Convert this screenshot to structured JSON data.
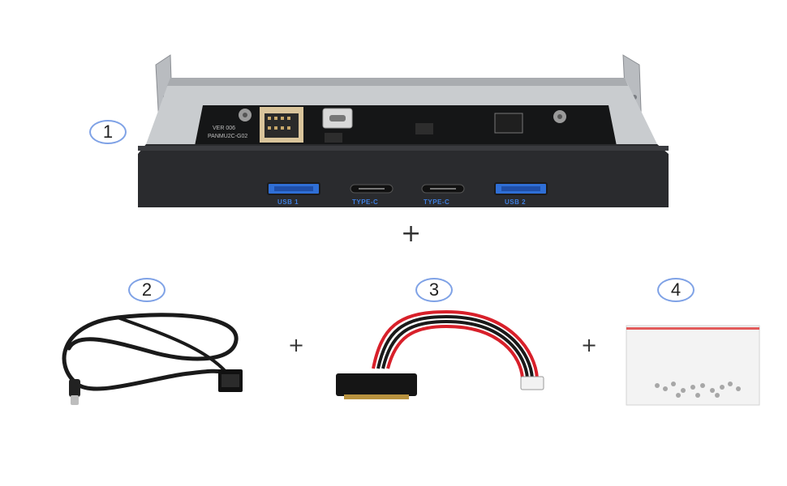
{
  "badges": {
    "hub": "1",
    "cable": "2",
    "power_cable": "3",
    "screws": "4"
  },
  "plus_signs": {
    "main": "+",
    "between_2_3": "+",
    "between_3_4": "+"
  },
  "hub": {
    "ports": {
      "usb1": "USB 1",
      "typec_left": "TYPE-C",
      "typec_right": "TYPE-C",
      "usb2": "USB 2"
    },
    "pcb_text": {
      "model": "PANMU2C-G02",
      "version": "VER 006"
    }
  },
  "colors": {
    "badge_border": "#7fa2e6",
    "port_label": "#3f7fe0",
    "usb_blue": "#2f6fd6",
    "faceplate": "#2a2b2e",
    "cable_red": "#d8202a",
    "cable_black": "#1a1a1a"
  },
  "icons": {
    "hub": "front-panel-usb-hub",
    "cable": "usb-c-to-header-cable",
    "power_cable": "sata-power-adapter-cable",
    "screws": "screw-bag"
  }
}
